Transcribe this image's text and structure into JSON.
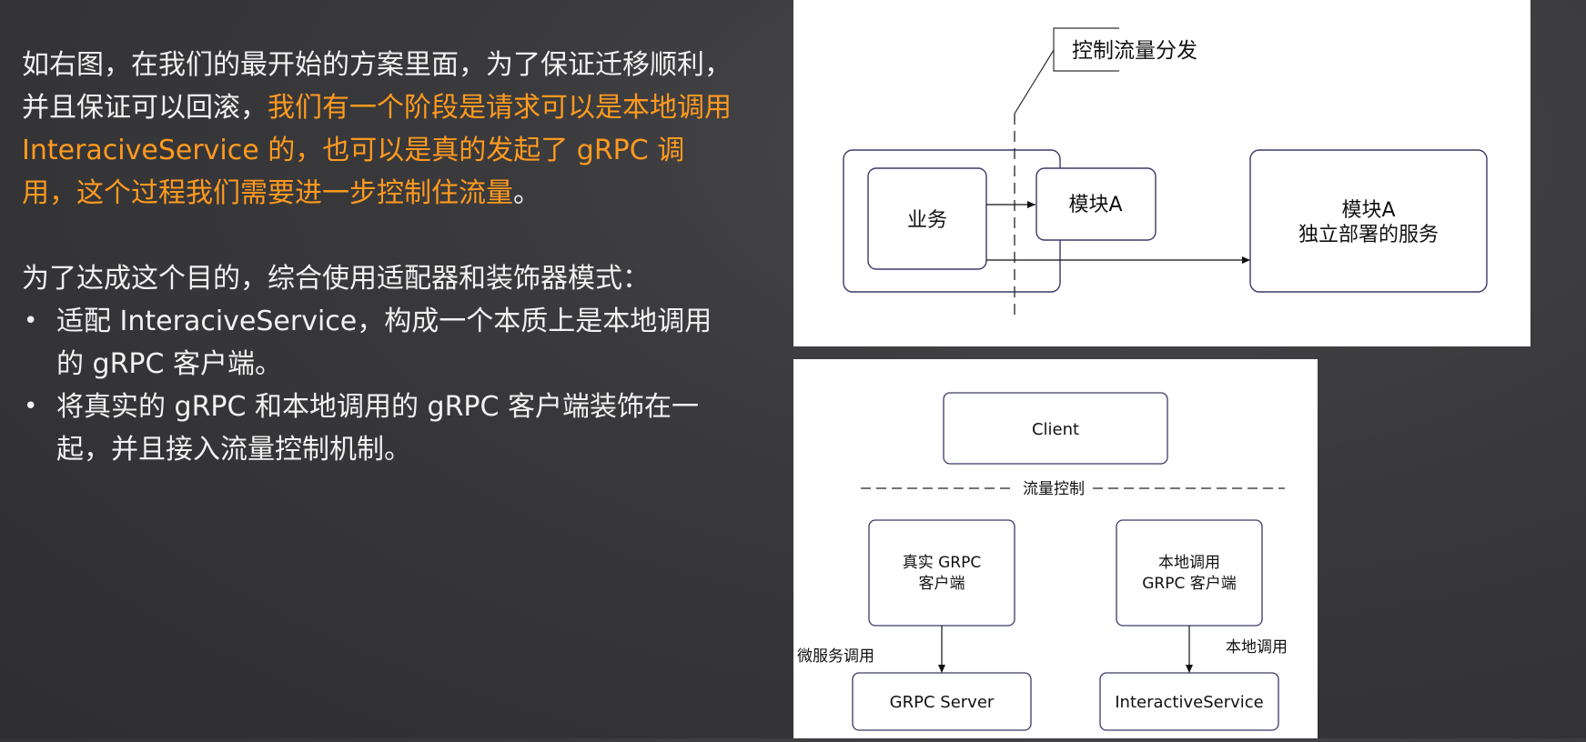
{
  "left_text": {
    "para1_normal": "如右图，在我们的最开始的方案里面，为了保证迁移顺利，并且保证可以回滚，",
    "para1_highlight": "我们有一个阶段是请求可以是本地调用 InteraciveService 的，也可以是真的发起了 gRPC 调用，这个过程我们需要进一步控制住流量",
    "para1_end": "。",
    "para2": "为了达成这个目的，综合使用适配器和装饰器模式：",
    "bullet_glyph": "•",
    "bullets": [
      "适配 InteraciveService，构成一个本质上是本地调用的 gRPC 客户端。",
      "将真实的 gRPC 和本地调用的 gRPC 客户端装饰在一起，并且接入流量控制机制。"
    ]
  },
  "diagram1": {
    "callout_label": "控制流量分发",
    "business_label": "业务",
    "module_a_label": "模块A",
    "service_line1": "模块A",
    "service_line2": "独立部署的服务"
  },
  "diagram2": {
    "client_label": "Client",
    "traffic_label": "流量控制",
    "real_client_line1": "真实 GRPC",
    "real_client_line2": "客户端",
    "local_client_line1": "本地调用",
    "local_client_line2": "GRPC 客户端",
    "micro_call_label": "微服务调用",
    "local_call_label": "本地调用",
    "grpc_server_label": "GRPC Server",
    "interactive_label": "InteractiveService"
  },
  "colors": {
    "highlight": "#ff9a1f",
    "text": "#f2f2f2",
    "box_border": "#3a3a6a"
  }
}
